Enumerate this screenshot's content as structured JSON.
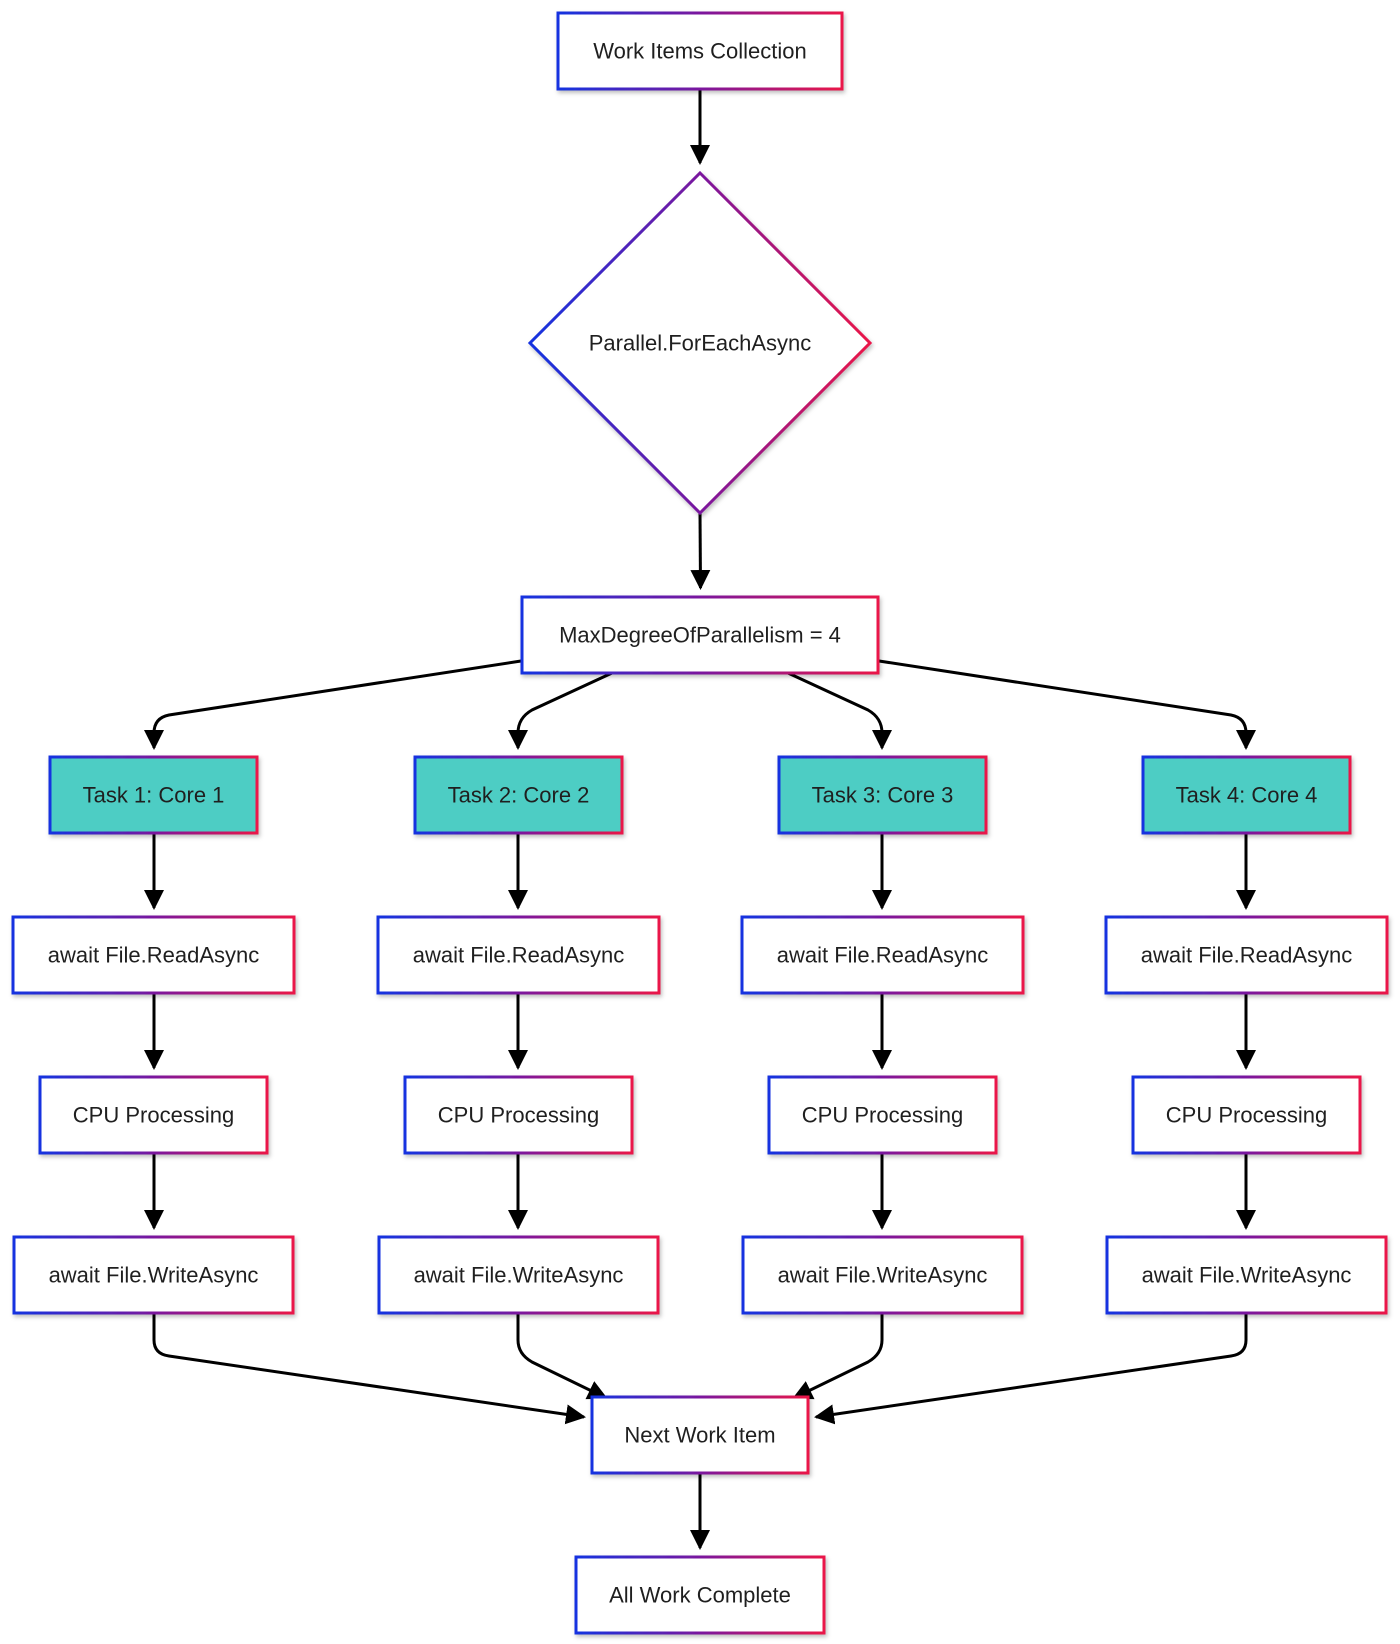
{
  "diagram": {
    "start": "Work Items Collection",
    "decision": "Parallel.ForEachAsync",
    "config": "MaxDegreeOfParallelism = 4",
    "tasks": [
      {
        "label": "Task 1: Core 1",
        "read": "await File.ReadAsync",
        "cpu": "CPU Processing",
        "write": "await File.WriteAsync"
      },
      {
        "label": "Task 2: Core 2",
        "read": "await File.ReadAsync",
        "cpu": "CPU Processing",
        "write": "await File.WriteAsync"
      },
      {
        "label": "Task 3: Core 3",
        "read": "await File.ReadAsync",
        "cpu": "CPU Processing",
        "write": "await File.WriteAsync"
      },
      {
        "label": "Task 4: Core 4",
        "read": "await File.ReadAsync",
        "cpu": "CPU Processing",
        "write": "await File.WriteAsync"
      }
    ],
    "next": "Next Work Item",
    "end": "All Work Complete"
  },
  "colors": {
    "border_start": "#1433e0",
    "border_mid": "#7a189e",
    "border_end": "#ea1548",
    "task_fill": "#4ecdc4",
    "node_fill": "#ffffff",
    "arrow": "#000000",
    "text": "#1f1f1f"
  }
}
